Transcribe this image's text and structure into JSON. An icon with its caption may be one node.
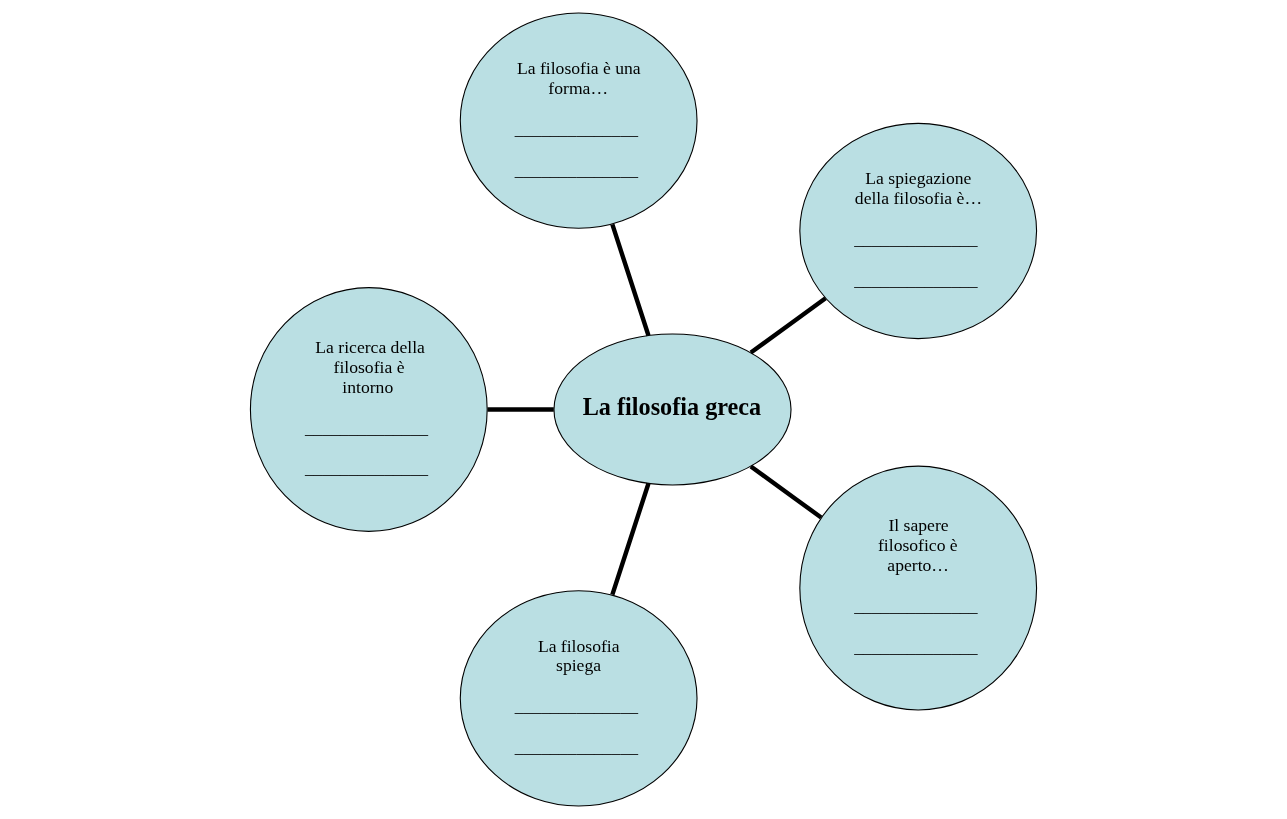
{
  "diagram": {
    "nodes": [
      {
        "text": [
          "La spiegazione della filosofia è…",
          "______________",
          "______________"
        ]
      },
      {
        "text": [
          "La filosofia è una forma…",
          "______________",
          "______________"
        ]
      },
      {
        "text": [
          "La ricerca della filosofia è intorno",
          "______________",
          "______________"
        ]
      },
      {
        "text": [
          "La filosofia greca"
        ]
      },
      {
        "text": [
          "La filosofia spiega",
          "______________",
          "______________"
        ]
      },
      {
        "text": [
          "Il sapere filosofico è aperto…",
          "______________",
          "______________"
        ]
      }
    ],
    "edges": [
      {
        "from": 3,
        "to": 0,
        "arrow": "none"
      },
      {
        "from": 3,
        "to": 1,
        "arrow": "none"
      },
      {
        "from": 3,
        "to": 2,
        "arrow": "none"
      },
      {
        "from": 3,
        "to": 4,
        "arrow": "none"
      },
      {
        "from": 3,
        "to": 5,
        "arrow": "none"
      }
    ]
  }
}
